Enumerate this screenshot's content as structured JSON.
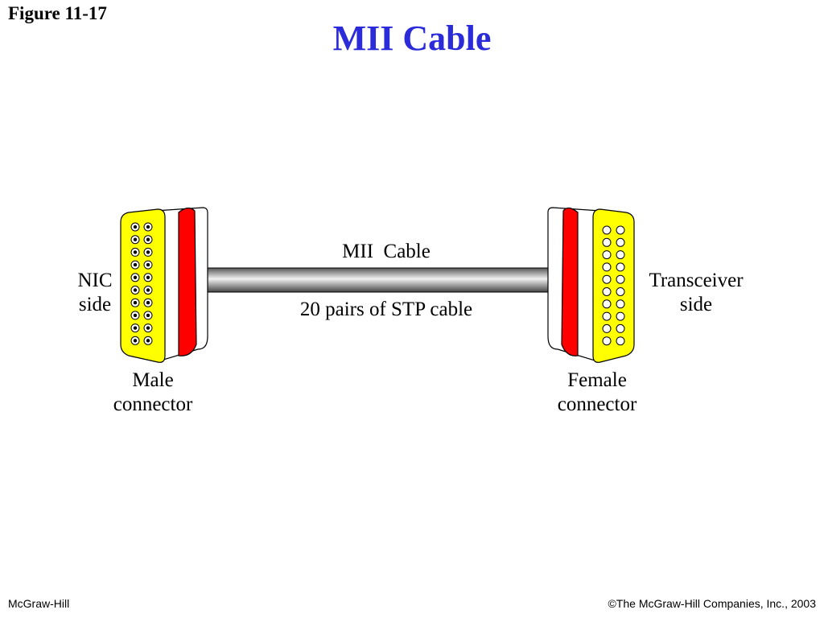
{
  "header": {
    "figure_label": "Figure 11-17",
    "title": "MII Cable"
  },
  "diagram": {
    "cable_label": "MII  Cable",
    "cable_sublabel": "20 pairs of STP cable",
    "left_side": {
      "side_line1": "NIC",
      "side_line2": "side",
      "connector_line1": "Male",
      "connector_line2": "connector"
    },
    "right_side": {
      "side_line1": "Transceiver",
      "side_line2": "side",
      "connector_line1": "Female",
      "connector_line2": "connector"
    },
    "colors": {
      "title": "#2b2bd9",
      "connector_face": "#ffff00",
      "connector_band": "#ff0000",
      "cable_dark": "#444444",
      "cable_light": "#f2f2f2"
    }
  },
  "footer": {
    "publisher": "McGraw-Hill",
    "copyright": "©The McGraw-Hill Companies, Inc., 2003"
  }
}
